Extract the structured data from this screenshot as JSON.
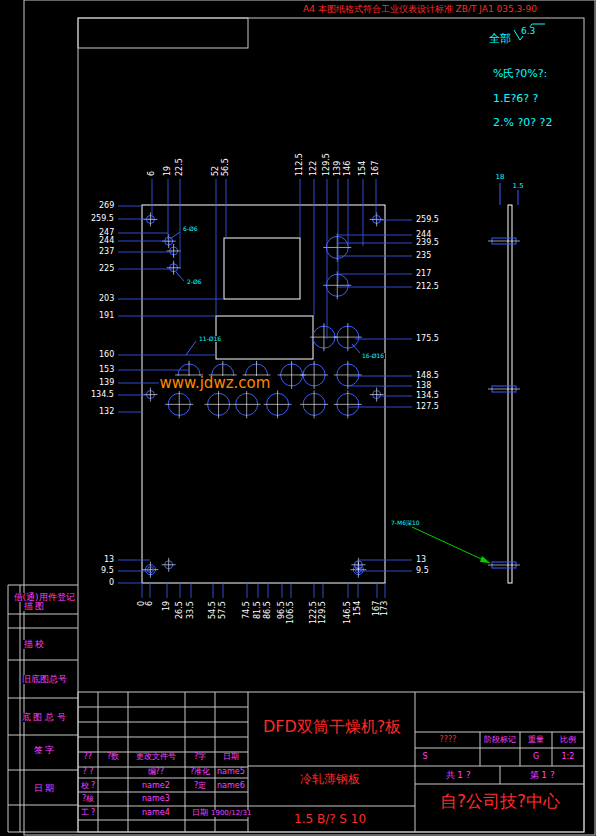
{
  "diagram": {
    "labels": [
      "A4 本图纸格式符合工业仪表设计标准 ZB/T JA1 035.3-90",
      "全部",
      "6.3",
      "%氏?0%?:",
      "1.E?6? ?",
      "2.% ?0? ?2",
      "6",
      "19",
      "22.5",
      "52",
      "56.5",
      "112.5",
      "122",
      "129.5",
      "139",
      "146",
      "154",
      "167",
      "269",
      "259.5",
      "247",
      "244",
      "237",
      "225",
      "203",
      "191",
      "160",
      "153",
      "139",
      "134.5",
      "132",
      "13",
      "9.5",
      "0",
      "259.5",
      "244",
      "239.5",
      "235",
      "217",
      "212.5",
      "175.5",
      "148.5",
      "138",
      "134.5",
      "127.5",
      "13",
      "9.5",
      "0",
      "6",
      "19",
      "26.5",
      "33.5",
      "54.5",
      "57.5",
      "74.5",
      "81.5",
      "86.5",
      "96.5",
      "106.5",
      "122.5",
      "129.5",
      "146.5",
      "154",
      "167",
      "173",
      "6-Ø6",
      "2-Ø6",
      "11-Ø16",
      "16-Ø16",
      "7-M6深10",
      "www.jdwz.com",
      "18",
      "1.5",
      "借(通)用件登记",
      "描 图",
      "描 校",
      "旧底图总号",
      "底 图 总 号",
      "签 字",
      "日 期",
      "DFD双筒干燥机?板",
      "??",
      "?数",
      "更改文件号",
      "?字",
      "日期",
      "? ?",
      "编??",
      "?准化",
      "name5",
      "校 ?",
      "name2",
      "?定",
      "name6",
      "?核",
      "name3",
      "工 ?",
      "name4",
      "日期",
      "1900/12/31",
      "冷轧薄钢板",
      "1.5 B/? S 10",
      "????",
      "阶段标记",
      "重量",
      "比例",
      "S",
      "G",
      "1:2",
      "共 1 ?",
      "第 1 ?",
      "自?公司技?中心"
    ]
  }
}
